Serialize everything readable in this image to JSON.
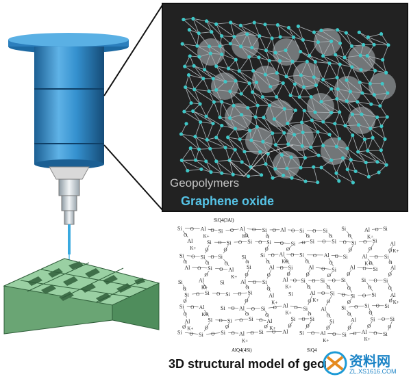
{
  "figure": {
    "network_panel": {
      "label_geopolymers": "Geopolymers",
      "label_graphene_oxide": "Graphene oxide",
      "background_color": "#222222",
      "node_color": "#3ec7c7",
      "label_geopolymers_color": "#bfbfbf",
      "label_graphene_color": "#56c3e6"
    },
    "structure_panel": {
      "caption": "3D structural model of geopolymer",
      "unit_labels": [
        "SiQ4(3Al)",
        "AlQ4(4Si)",
        "SiQ4"
      ],
      "atoms": [
        "Si",
        "O",
        "Al",
        "K+"
      ]
    },
    "printer": {
      "nozzle_color": "#2f87c3",
      "scaffold_color": "#8fc79a"
    },
    "watermark": {
      "brand": "资料网",
      "url": "ZL.XS1616.COM"
    }
  }
}
